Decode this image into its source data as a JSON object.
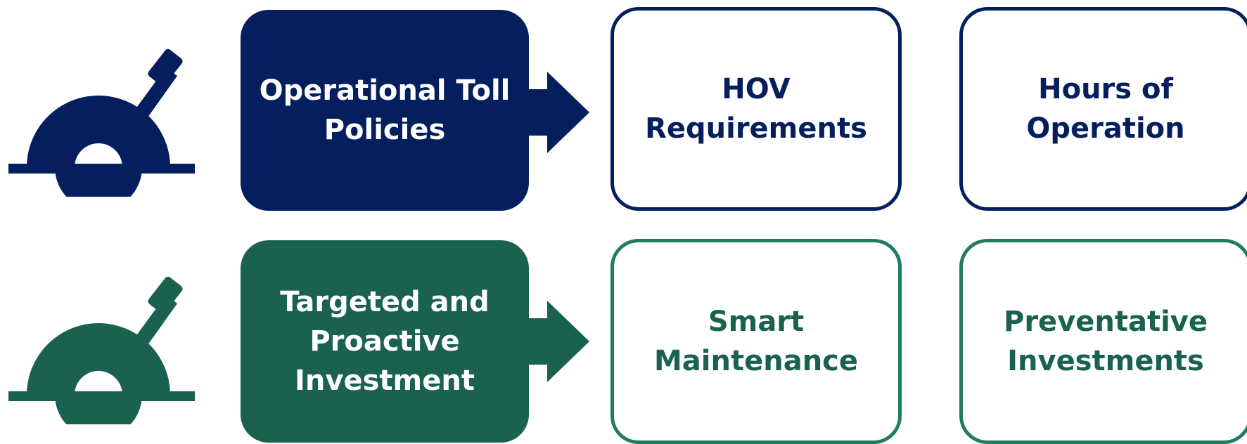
{
  "colors": {
    "navy": "#041E5E",
    "green": "#1A6150",
    "green_border": "#217A62"
  },
  "rows": [
    {
      "icon": "lever-icon",
      "head_lines": [
        "Operational Toll",
        "Policies"
      ],
      "items": [
        {
          "lines": [
            "HOV",
            "Requirements"
          ]
        },
        {
          "lines": [
            "Hours of",
            "Operation"
          ]
        }
      ]
    },
    {
      "icon": "lever-icon",
      "head_lines": [
        "Targeted and",
        "Proactive",
        "Investment"
      ],
      "items": [
        {
          "lines": [
            "Smart",
            "Maintenance"
          ]
        },
        {
          "lines": [
            "Preventative",
            "Investments"
          ]
        }
      ]
    }
  ]
}
